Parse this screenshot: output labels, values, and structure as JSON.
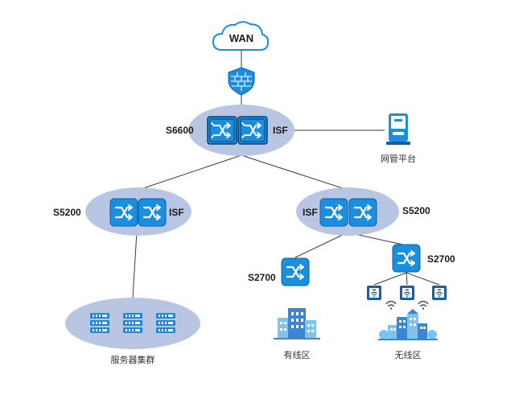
{
  "nodes": {
    "wan": {
      "label": "WAN"
    },
    "core": {
      "name": "S6600",
      "stack": "ISF"
    },
    "nms": {
      "label": "网管平台"
    },
    "agg_left": {
      "name": "S5200",
      "stack": "ISF"
    },
    "agg_right": {
      "name": "S5200",
      "stack": "ISF"
    },
    "acc_wired": {
      "name": "S2700"
    },
    "acc_wireless": {
      "name": "S2700"
    },
    "server_cluster": {
      "label": "服务器集群"
    },
    "wired_zone": {
      "label": "有线区"
    },
    "wireless_zone": {
      "label": "无线区"
    }
  },
  "colors": {
    "ellipse_fill": "#b8c6e3",
    "switch_blue": "#1a8fe0",
    "switch_dark": "#0d5fa6",
    "line": "#3a3a3a",
    "building_light": "#7fc3ee",
    "building_dark": "#3a86d2",
    "server_blue": "#1e88d9",
    "ap_dark": "#1f5e9e"
  }
}
